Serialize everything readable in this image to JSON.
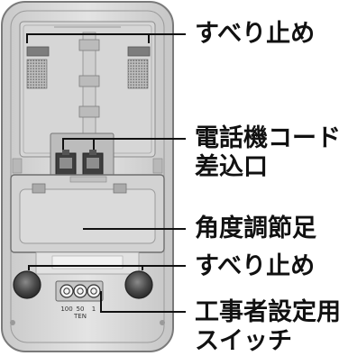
{
  "callouts": {
    "rubber_feet_top": "すべり止め",
    "cord_jack_line1": "電話機コード",
    "cord_jack_line2": "差込口",
    "angle_stand": "角度調節足",
    "rubber_feet_bottom": "すべり止め",
    "installer_switch_line1": "工事者設定用",
    "installer_switch_line2": "スイッチ"
  },
  "switch_labels": {
    "left": "100",
    "middle": "50",
    "right": "1",
    "caption": "TEN"
  }
}
